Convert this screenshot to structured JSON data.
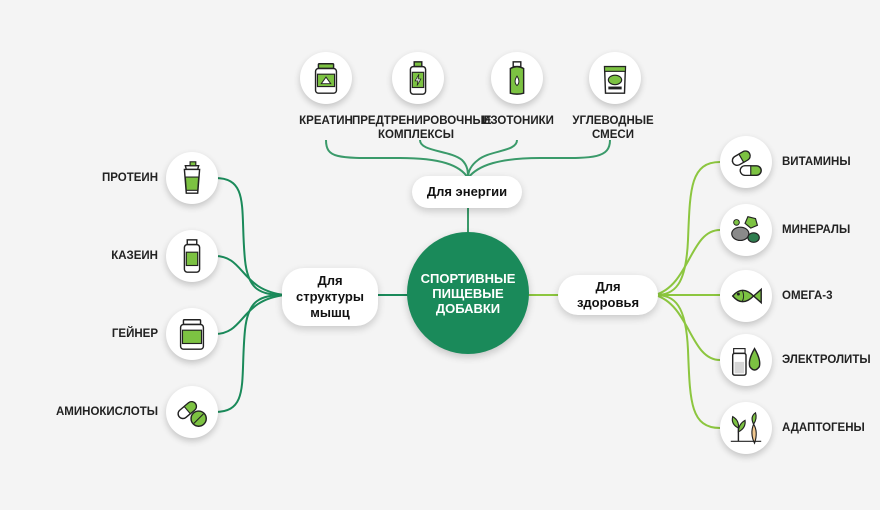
{
  "center": {
    "title": "СПОРТИВНЫЕ ПИЩЕВЫЕ ДОБАВКИ"
  },
  "groups": {
    "energy": "Для энергии",
    "muscles": "Для структуры мышц",
    "health": "Для здоровья"
  },
  "items": {
    "energy": [
      {
        "label": "КРЕАТИН",
        "icon": "creatine-jar-icon"
      },
      {
        "label": "ПРЕДТРЕНИРОВОЧНЫЕ КОМПЛЕКСЫ",
        "icon": "pre-workout-bottle-icon"
      },
      {
        "label": "ИЗОТОНИКИ",
        "icon": "isotonic-bottle-icon"
      },
      {
        "label": "УГЛЕВОДНЫЕ СМЕСИ",
        "icon": "carb-mix-bag-icon"
      }
    ],
    "muscles": [
      {
        "label": "ПРОТЕИН",
        "icon": "protein-shaker-icon"
      },
      {
        "label": "КАЗЕИН",
        "icon": "casein-bottle-icon"
      },
      {
        "label": "ГЕЙНЕР",
        "icon": "gainer-jar-icon"
      },
      {
        "label": "АМИНОКИСЛОТЫ",
        "icon": "amino-pills-icon"
      }
    ],
    "health": [
      {
        "label": "ВИТАМИНЫ",
        "icon": "vitamin-capsule-icon"
      },
      {
        "label": "МИНЕРАЛЫ",
        "icon": "minerals-stones-icon"
      },
      {
        "label": "ОМЕГА-3",
        "icon": "omega-fish-icon"
      },
      {
        "label": "ЭЛЕКТРОЛИТЫ",
        "icon": "electrolytes-icon"
      },
      {
        "label": "АДАПТОГЕНЫ",
        "icon": "adaptogen-plants-icon"
      }
    ]
  },
  "colors": {
    "center": "#1a8a5a",
    "muscle_lines": "#1a8a5a",
    "energy_lines": "#3a9a6a",
    "health_lines": "#8cc63f",
    "icon_green": "#7cc242",
    "icon_dark": "#222222"
  }
}
